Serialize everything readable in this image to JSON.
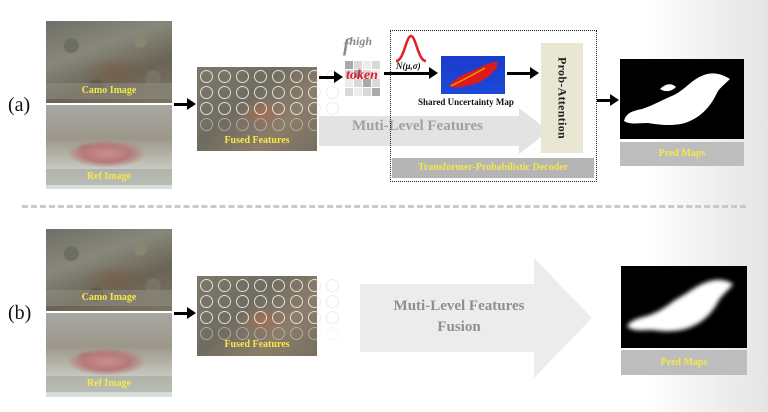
{
  "panel_a": {
    "label": "(a)",
    "camo_caption": "Camo Image",
    "ref_caption": "Ref Image",
    "fused_caption": "Fused Features",
    "f_high_symbol": "f",
    "f_high_superscript": "high",
    "token_label": "token",
    "gaussian_label": "N(μ,σ)",
    "uncertainty_label": "Shared Uncertainty Map",
    "multi_level_label": "Muti-Level  Features",
    "prob_attention_label": "Prob-Attention",
    "decoder_label": "Transformer-Probabilistic Decoder",
    "pred_caption": "Pred  Maps"
  },
  "panel_b": {
    "label": "(b)",
    "camo_caption": "Camo Image",
    "ref_caption": "Ref Image",
    "fused_caption": "Fused  Features",
    "fusion_line1": "Muti-Level  Features",
    "fusion_line2": "Fusion",
    "pred_caption": "Pred  Maps"
  },
  "colors": {
    "caption_yellow": "#f4e84a",
    "token_red": "#e0202a",
    "gaussian_red": "#e0202a",
    "uncertainty_blue": "#1c48d8",
    "uncertainty_red": "#e01a1a"
  }
}
